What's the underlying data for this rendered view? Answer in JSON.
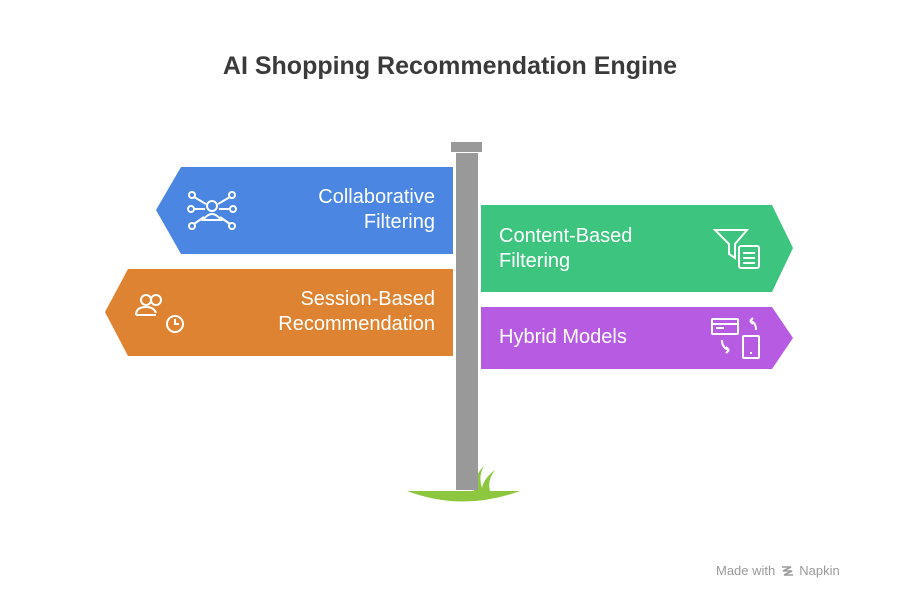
{
  "title": "AI Shopping Recommendation Engine",
  "signs": [
    {
      "label": "Collaborative Filtering",
      "line1": "Collaborative",
      "line2": "Filtering",
      "color": "#4A86E2",
      "icon": "network-user-icon",
      "direction": "left"
    },
    {
      "label": "Content-Based Filtering",
      "line1": "Content-Based",
      "line2": "Filtering",
      "color": "#3DC47E",
      "icon": "filter-document-icon",
      "direction": "right"
    },
    {
      "label": "Session-Based Recommendation",
      "line1": "Session-Based",
      "line2": "Recommendation",
      "color": "#DE8331",
      "icon": "users-clock-icon",
      "direction": "left"
    },
    {
      "label": "Hybrid Models",
      "line1": "Hybrid Models",
      "color": "#B65BE2",
      "icon": "devices-sync-icon",
      "direction": "right"
    }
  ],
  "footer": {
    "made_with": "Made with",
    "brand": "Napkin"
  }
}
